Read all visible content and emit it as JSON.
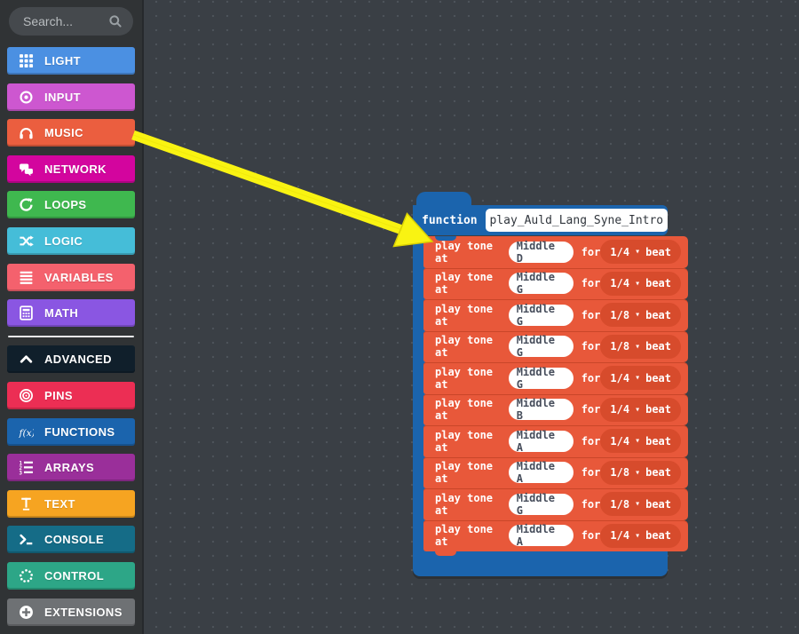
{
  "search": {
    "placeholder": "Search...",
    "icon": "search-icon"
  },
  "sidebar": {
    "divider_before_index": 8,
    "categories": [
      {
        "label": "LIGHT",
        "icon": "grid-icon",
        "color": "#4b90e2"
      },
      {
        "label": "INPUT",
        "icon": "target-dot-icon",
        "color": "#cd57d0"
      },
      {
        "label": "MUSIC",
        "icon": "headphones-icon",
        "color": "#eb5e3f"
      },
      {
        "label": "NETWORK",
        "icon": "chat-bubbles-icon",
        "color": "#d3059e"
      },
      {
        "label": "LOOPS",
        "icon": "loop-arrow-icon",
        "color": "#3fb84f"
      },
      {
        "label": "LOGIC",
        "icon": "shuffle-icon",
        "color": "#45bdd8"
      },
      {
        "label": "VARIABLES",
        "icon": "list-lines-icon",
        "color": "#f4616d"
      },
      {
        "label": "MATH",
        "icon": "calculator-icon",
        "color": "#8a56e2"
      },
      {
        "label": "ADVANCED",
        "icon": "chevron-up-icon",
        "color": "#101f2b"
      },
      {
        "label": "PINS",
        "icon": "bullseye-icon",
        "color": "#ec2e54"
      },
      {
        "label": "FUNCTIONS",
        "icon": "fx-icon",
        "color": "#1b64ad"
      },
      {
        "label": "ARRAYS",
        "icon": "numbered-list-icon",
        "color": "#9a2f9a"
      },
      {
        "label": "TEXT",
        "icon": "text-height-icon",
        "color": "#f6a421"
      },
      {
        "label": "CONSOLE",
        "icon": "terminal-icon",
        "color": "#156c87"
      },
      {
        "label": "CONTROL",
        "icon": "dotted-circle-icon",
        "color": "#2da687"
      },
      {
        "label": "EXTENSIONS",
        "icon": "plus-circle-icon",
        "color": "#6e7174"
      }
    ]
  },
  "workspace": {
    "function_block": {
      "keyword": "function",
      "name": "play_Auld_Lang_Syne_Intro",
      "color": "#1b64ad"
    },
    "block_color": "#e8583a",
    "dropdown_color": "#d74b2c",
    "labels": {
      "prefix": "play tone at",
      "for": "for",
      "beat": "beat",
      "caret": "▾"
    },
    "tone_blocks": [
      {
        "note": "Middle D",
        "duration": "1/4"
      },
      {
        "note": "Middle G",
        "duration": "1/4"
      },
      {
        "note": "Middle G",
        "duration": "1/8"
      },
      {
        "note": "Middle G",
        "duration": "1/8"
      },
      {
        "note": "Middle G",
        "duration": "1/4"
      },
      {
        "note": "Middle B",
        "duration": "1/4"
      },
      {
        "note": "Middle A",
        "duration": "1/4"
      },
      {
        "note": "Middle A",
        "duration": "1/8"
      },
      {
        "note": "Middle G",
        "duration": "1/8"
      },
      {
        "note": "Middle A",
        "duration": "1/4"
      }
    ],
    "annotation": {
      "type": "arrow",
      "color": "#f9f312",
      "from": "music-category",
      "to": "first-play-tone-block"
    }
  }
}
